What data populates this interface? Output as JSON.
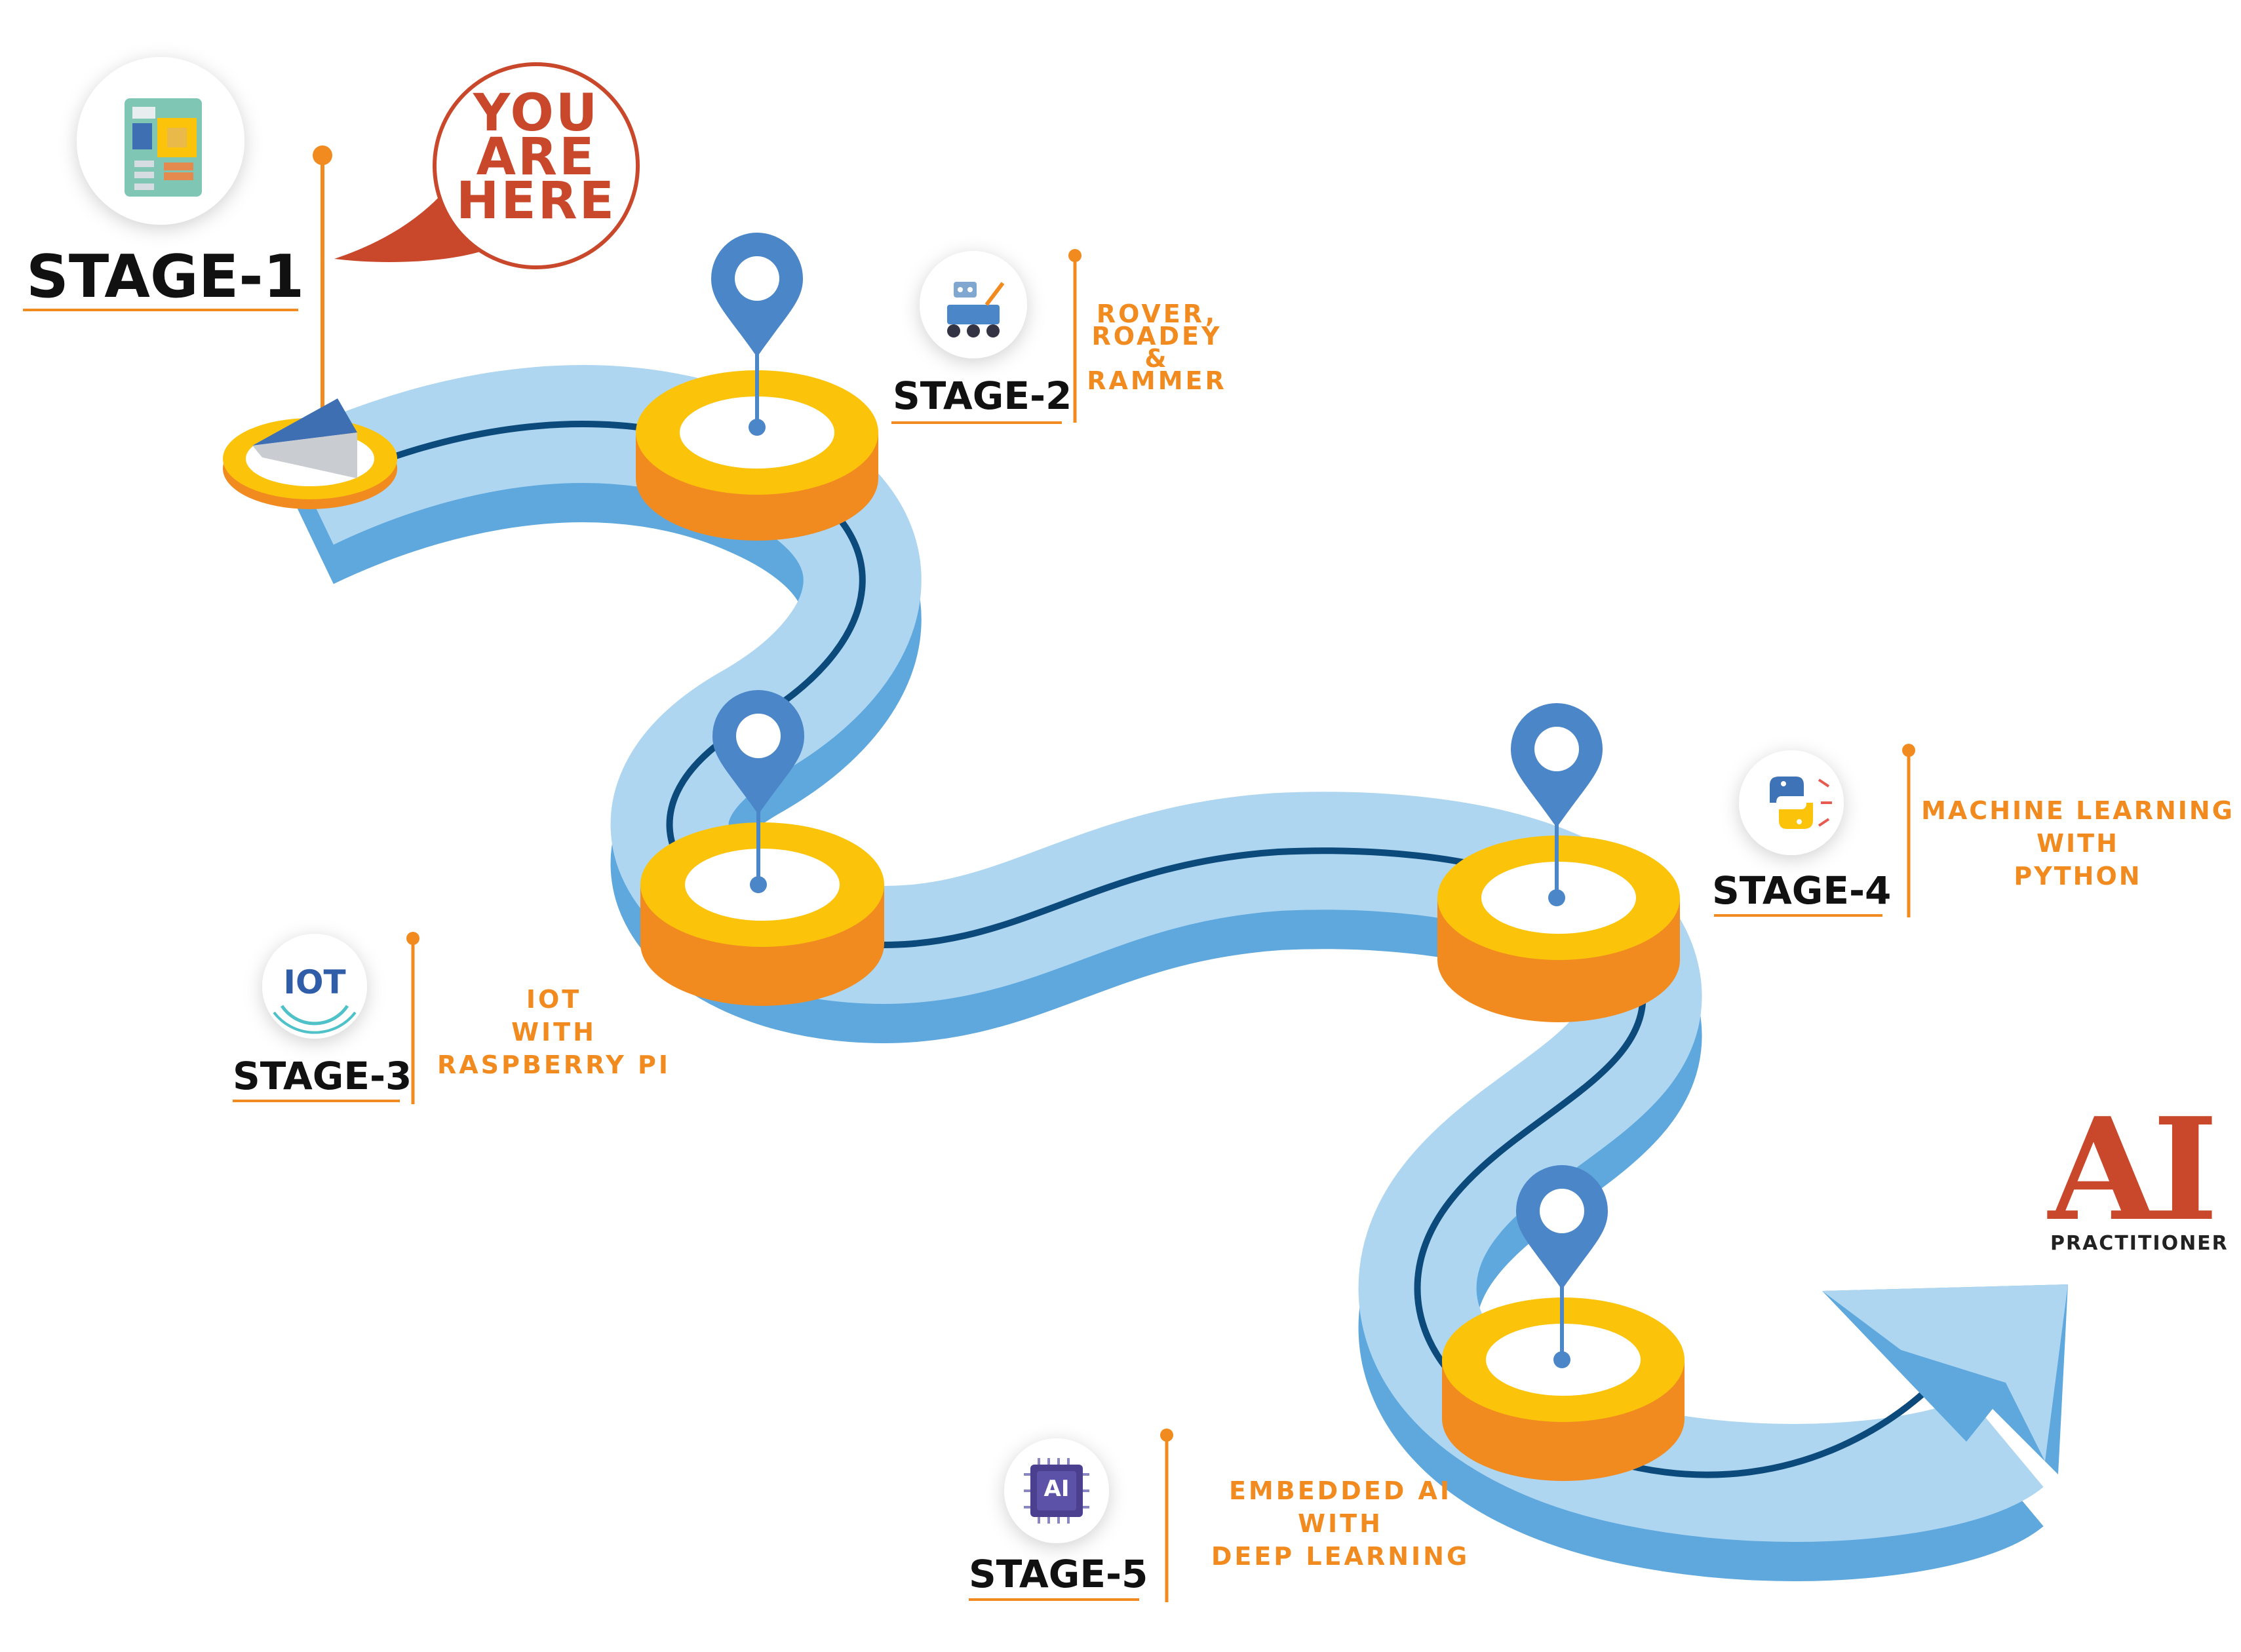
{
  "flag": {
    "line1": "YOU",
    "line2": "ARE",
    "line3": "HERE"
  },
  "stages": [
    {
      "label": "STAGE-1",
      "desc": [],
      "icon": "motherboard-icon"
    },
    {
      "label": "STAGE-2",
      "desc": [
        "ROVER,",
        "ROADEY",
        "&",
        "RAMMER"
      ],
      "icon": "rover-robot-icon"
    },
    {
      "label": "STAGE-3",
      "desc": [
        "IOT",
        "WITH",
        "RASPBERRY PI"
      ],
      "icon": "iot-icon",
      "icon_text": "IOT"
    },
    {
      "label": "STAGE-4",
      "desc": [
        "MACHINE LEARNING",
        "WITH",
        "PYTHON"
      ],
      "icon": "python-icon"
    },
    {
      "label": "STAGE-5",
      "desc": [
        "EMBEDDED AI",
        "WITH",
        "DEEP LEARNING"
      ],
      "icon": "ai-chip-icon",
      "icon_text": "AI"
    }
  ],
  "destination": {
    "title": "AI",
    "subtitle": "PRACTITIONER"
  },
  "colors": {
    "road_light": "#aed6f1",
    "road_side": "#5fa8dd",
    "road_line": "#0b4a7a",
    "ring_yellow": "#fcc30b",
    "ring_orange": "#f18b1f",
    "pin_blue": "#4a86c8",
    "accent_orange": "#f18b1f",
    "flag_red": "#c9482b",
    "text_dark": "#111111"
  }
}
